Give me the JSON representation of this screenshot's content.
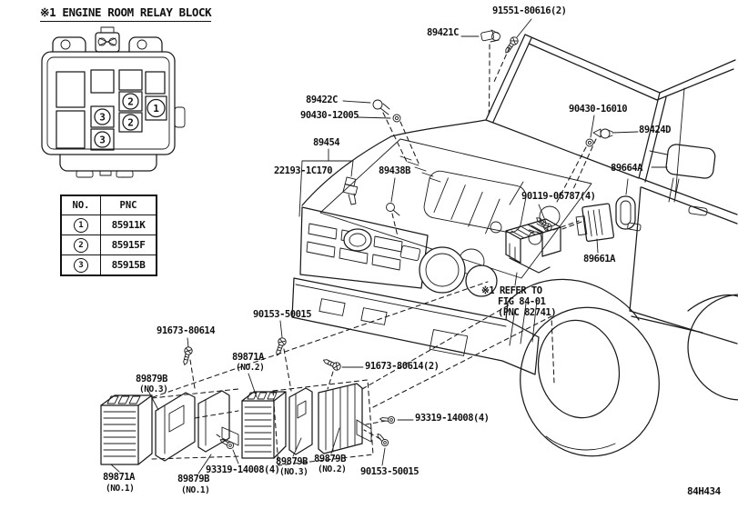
{
  "diagram": {
    "title": "※1 ENGINE ROOM RELAY BLOCK",
    "drawing_code": "84H434",
    "note_line1": "※1 REFER TO",
    "note_line2": "FIG 84-01",
    "note_line3": "(PNC 82741)"
  },
  "relay_block": {
    "slots": [
      "2",
      "2",
      "1",
      "3",
      "3"
    ]
  },
  "table": {
    "headers": [
      "NO.",
      "PNC"
    ],
    "rows": [
      {
        "no": "1",
        "pnc": "85911K"
      },
      {
        "no": "2",
        "pnc": "85915F"
      },
      {
        "no": "3",
        "pnc": "85915B"
      }
    ]
  },
  "labels": {
    "p91551": "91551-80616(2)",
    "p89421c": "89421C",
    "p89422c": "89422C",
    "p90430_12005": "90430-12005",
    "p89454": "89454",
    "p22193": "22193-1C170",
    "p89438b": "89438B",
    "p90430_16010": "90430-16010",
    "p89424d": "89424D",
    "p89664a": "89664A",
    "p90119": "90119-06787(4)",
    "p89661a": "89661A",
    "p90153_upper": "90153-50015",
    "p90153_lower": "90153-50015",
    "p91673": "91673-80614",
    "p91673_2": "91673-80614(2)",
    "p93319_right": "93319-14008(4)",
    "p93319_bottom": "93319-14008(4)",
    "ecu_no2": "89871A",
    "ecu_no2_sub": "(NO.2)",
    "ecu_no1": "89871A",
    "ecu_no1_sub": "(NO.1)",
    "brk_no1": "89879B",
    "brk_no1_sub": "(NO.1)",
    "brk_no3_left": "89879B",
    "brk_no3_left_sub": "(NO.3)",
    "brk_no3_bot": "89879B",
    "brk_no3_bot_sub": "(NO.3)",
    "brk_no2_bot": "89879B",
    "brk_no2_bot_sub": "(NO.2)"
  }
}
